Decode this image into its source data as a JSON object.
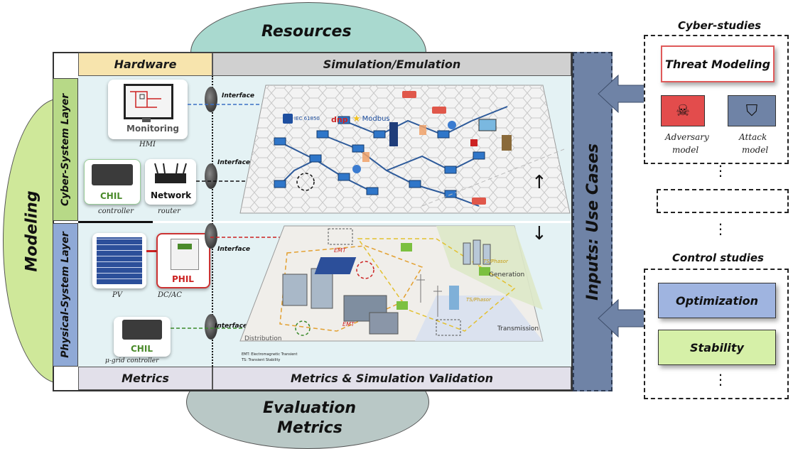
{
  "resources": {
    "title": "Resources"
  },
  "modeling": {
    "title": "Modeling"
  },
  "evaluation": {
    "line1": "Evaluation",
    "line2": "Metrics"
  },
  "headers": {
    "hardware": "Hardware",
    "simulation": "Simulation/Emulation",
    "metrics": "Metrics",
    "validation": "Metrics & Simulation Validation"
  },
  "layers": {
    "cyber": "Cyber-System Layer",
    "physical": "Physical-System Layer"
  },
  "inputs": {
    "title": "Inputs: Use Cases"
  },
  "cyber_hw": {
    "monitoring_label": "Monitoring",
    "hmi_caption": "HMI",
    "chil_label": "CHIL",
    "controller_caption": "controller",
    "network_label": "Network",
    "router_caption": "router"
  },
  "physical_hw": {
    "pv_caption": "PV",
    "phil_label": "PHIL",
    "dcac_caption": "DC/AC",
    "chil_label": "CHIL",
    "ugrid_caption": "μ-grid controller"
  },
  "interfaces": [
    "Interface",
    "Interface",
    "Interface",
    "Interface"
  ],
  "cyber_sim": {
    "protocols": [
      "IEC 61850",
      "dnp",
      "Modbus"
    ]
  },
  "grid_sim": {
    "labels": {
      "emt1": "EMT",
      "emt2": "EMT",
      "ts1": "TS/Phasor",
      "ts2": "TS/Phasor",
      "generation": "Generation",
      "transmission": "Transmission",
      "distribution": "Distribution"
    },
    "legend": [
      "EMT: Electromagnetic Transient",
      "TS: Transient Stability"
    ]
  },
  "cyber_studies": {
    "title": "Cyber-studies",
    "threat": "Threat Modeling",
    "adversary": [
      "Adversary",
      "model"
    ],
    "attack": [
      "Attack",
      "model"
    ]
  },
  "control_studies": {
    "title": "Control studies",
    "optimization": "Optimization",
    "stability": "Stability"
  },
  "colors": {
    "resources": "#a9d9cf",
    "modeling": "#cfe89a",
    "evaluation": "#b9c8c6",
    "hardware_hdr": "#f7e4ad",
    "sim_hdr": "#d0d0d0",
    "metrics_hdr": "#e2e0ea",
    "cyber_tab": "#b7d987",
    "physical_tab": "#8fa9d6",
    "inputs_bar": "#6f83a6",
    "threat": "#ffffff",
    "optimization": "#9fb4e0",
    "stability": "#d6f0a8"
  }
}
